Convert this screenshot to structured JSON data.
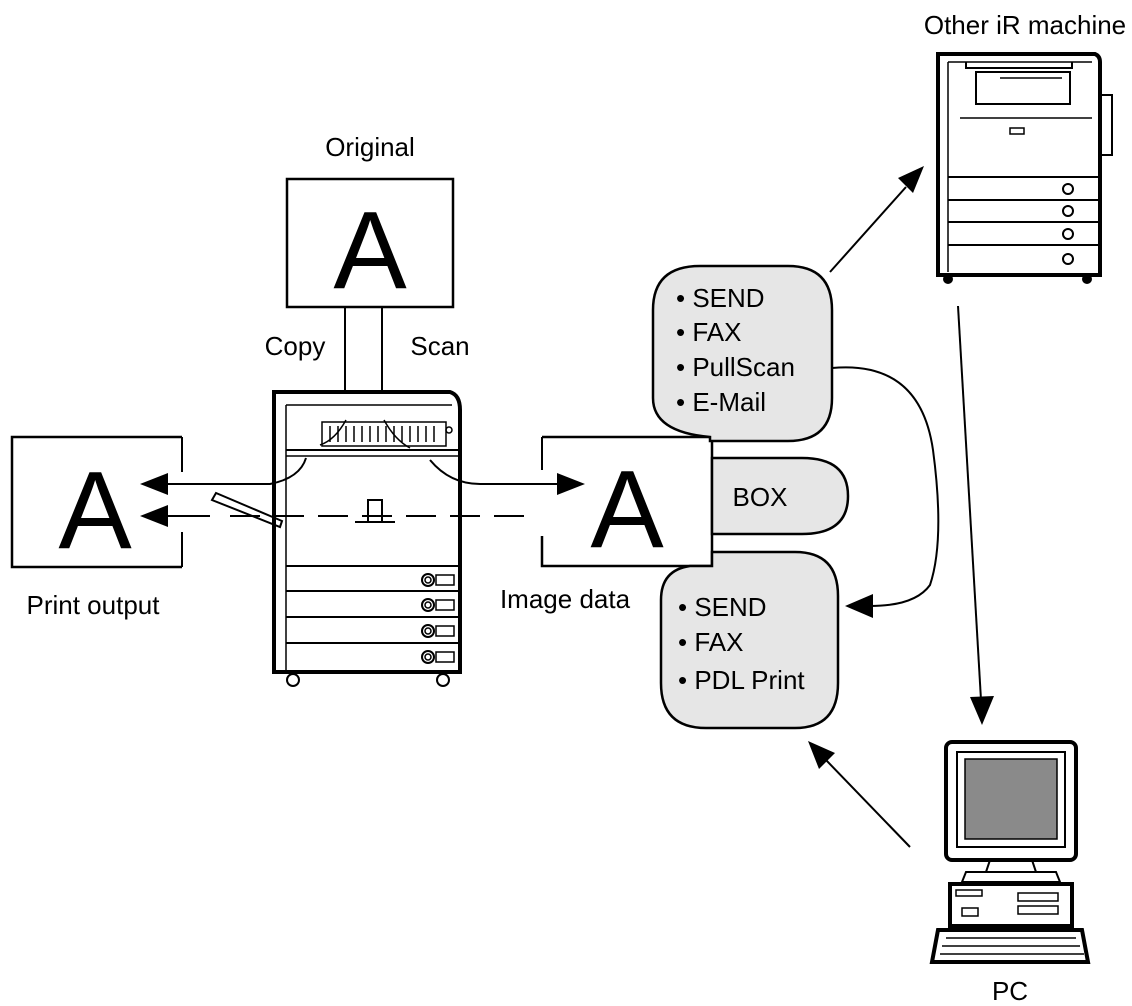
{
  "labels": {
    "original": "Original",
    "copy": "Copy",
    "scan": "Scan",
    "print_output": "Print output",
    "image_data": "Image data",
    "other_ir_machine": "Other iR machine",
    "pc": "PC",
    "box": "BOX",
    "document_letter": "A"
  },
  "send_bubble": {
    "items": [
      "• SEND",
      "• FAX",
      "• PullScan",
      "• E-Mail"
    ]
  },
  "receive_bubble": {
    "items": [
      "• SEND",
      "• FAX",
      "• PDL Print"
    ]
  },
  "colors": {
    "bubble_fill": "#e6e6e6",
    "monitor_screen": "#8a8a8a"
  }
}
